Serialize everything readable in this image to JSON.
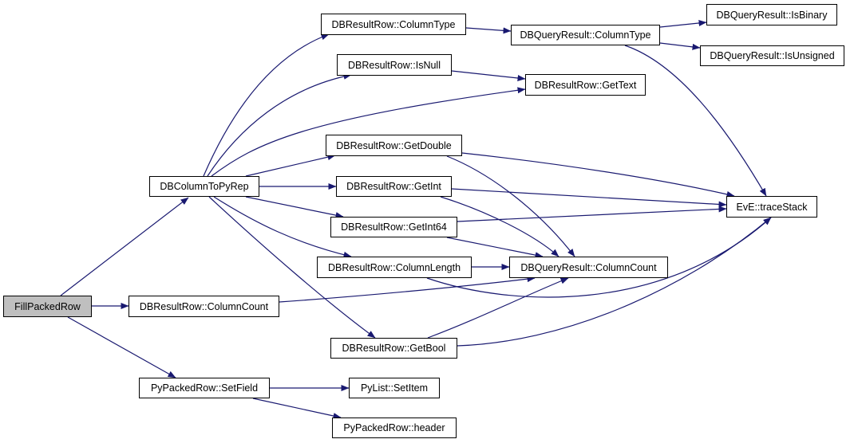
{
  "graph": {
    "edge_color": "#191970",
    "root_fill": "#bfbfbf",
    "nodes": {
      "fill_packed_row": "FillPackedRow",
      "db_column_to_py_rep": "DBColumnToPyRep",
      "rr_column_count": "DBResultRow::ColumnCount",
      "py_packed_row_set_field": "PyPackedRow::SetField",
      "rr_column_type": "DBResultRow::ColumnType",
      "rr_is_null": "DBResultRow::IsNull",
      "rr_get_double": "DBResultRow::GetDouble",
      "rr_get_int": "DBResultRow::GetInt",
      "rr_get_int64": "DBResultRow::GetInt64",
      "rr_column_length": "DBResultRow::ColumnLength",
      "rr_get_bool": "DBResultRow::GetBool",
      "py_list_set_item": "PyList::SetItem",
      "py_packed_row_header": "PyPackedRow::header",
      "qr_column_type": "DBQueryResult::ColumnType",
      "rr_get_text": "DBResultRow::GetText",
      "qr_column_count": "DBQueryResult::ColumnCount",
      "eve_trace_stack": "EvE::traceStack",
      "qr_is_binary": "DBQueryResult::IsBinary",
      "qr_is_unsigned": "DBQueryResult::IsUnsigned"
    },
    "edges": [
      [
        "fill_packed_row",
        "db_column_to_py_rep"
      ],
      [
        "fill_packed_row",
        "rr_column_count"
      ],
      [
        "fill_packed_row",
        "py_packed_row_set_field"
      ],
      [
        "db_column_to_py_rep",
        "rr_column_type"
      ],
      [
        "db_column_to_py_rep",
        "rr_is_null"
      ],
      [
        "db_column_to_py_rep",
        "rr_get_text"
      ],
      [
        "db_column_to_py_rep",
        "rr_get_double"
      ],
      [
        "db_column_to_py_rep",
        "rr_get_int"
      ],
      [
        "db_column_to_py_rep",
        "rr_get_int64"
      ],
      [
        "db_column_to_py_rep",
        "rr_column_length"
      ],
      [
        "db_column_to_py_rep",
        "rr_get_bool"
      ],
      [
        "rr_column_type",
        "qr_column_type"
      ],
      [
        "rr_is_null",
        "rr_get_text"
      ],
      [
        "qr_column_type",
        "qr_is_binary"
      ],
      [
        "qr_column_type",
        "qr_is_unsigned"
      ],
      [
        "qr_column_type",
        "eve_trace_stack"
      ],
      [
        "rr_get_double",
        "eve_trace_stack"
      ],
      [
        "rr_get_double",
        "qr_column_count"
      ],
      [
        "rr_get_int",
        "eve_trace_stack"
      ],
      [
        "rr_get_int",
        "qr_column_count"
      ],
      [
        "rr_get_int64",
        "eve_trace_stack"
      ],
      [
        "rr_get_int64",
        "qr_column_count"
      ],
      [
        "rr_column_length",
        "qr_column_count"
      ],
      [
        "rr_column_length",
        "eve_trace_stack"
      ],
      [
        "rr_column_count",
        "qr_column_count"
      ],
      [
        "rr_get_bool",
        "qr_column_count"
      ],
      [
        "rr_get_bool",
        "eve_trace_stack"
      ],
      [
        "py_packed_row_set_field",
        "py_list_set_item"
      ],
      [
        "py_packed_row_set_field",
        "py_packed_row_header"
      ]
    ]
  }
}
